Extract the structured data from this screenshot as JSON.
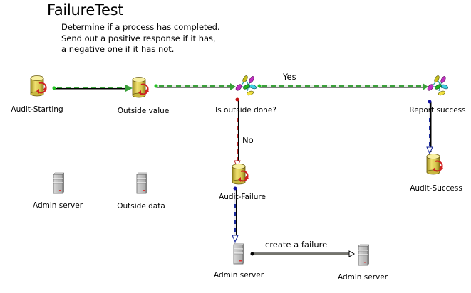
{
  "title": "FailureTest",
  "description": [
    "Determine if a process has completed.",
    "Send out a positive response if it has,",
    "a negative one if it has not."
  ],
  "nodes": {
    "audit_starting": {
      "label": "Audit-Starting",
      "icon": "database-process-icon"
    },
    "outside_value": {
      "label": "Outside value",
      "icon": "database-process-icon"
    },
    "is_outside_done": {
      "label": "Is outside done?",
      "icon": "decision-icon"
    },
    "report_success": {
      "label": "Report success",
      "icon": "decision-icon"
    },
    "audit_failure": {
      "label": "Audit-Failure",
      "icon": "database-process-icon"
    },
    "audit_success": {
      "label": "Audit-Success",
      "icon": "database-process-icon"
    },
    "admin_server_1": {
      "label": "Admin server",
      "icon": "server-icon"
    },
    "outside_data": {
      "label": "Outside data",
      "icon": "server-icon"
    },
    "admin_server_2": {
      "label": "Admin server",
      "icon": "server-icon"
    },
    "admin_server_3": {
      "label": "Admin server",
      "icon": "server-icon"
    }
  },
  "edges": {
    "yes_label": "Yes",
    "no_label": "No",
    "create_failure_label": "create a failure"
  },
  "colors": {
    "success_flow": "#3aa03a",
    "failure_flow": "#c03030",
    "report_flow": "#1a2a9a",
    "message_flow": "#000000"
  }
}
